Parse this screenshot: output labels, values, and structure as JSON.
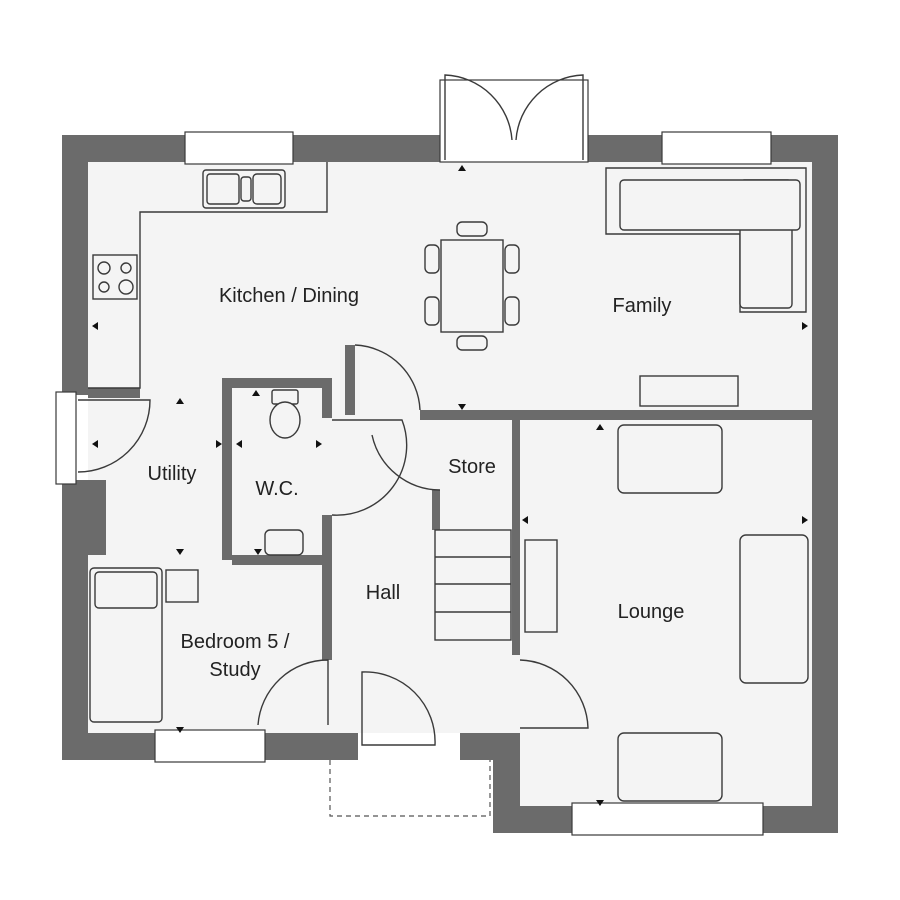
{
  "rooms": {
    "kitchen": "Kitchen / Dining",
    "family": "Family",
    "utility": "Utility",
    "wc": "W.C.",
    "store": "Store",
    "hall": "Hall",
    "bedroom_line1": "Bedroom 5 /",
    "bedroom_line2": "Study",
    "lounge": "Lounge"
  },
  "colors": {
    "wall": "#6b6b6b",
    "floor": "#f4f4f4",
    "line": "#3a3a3a"
  }
}
